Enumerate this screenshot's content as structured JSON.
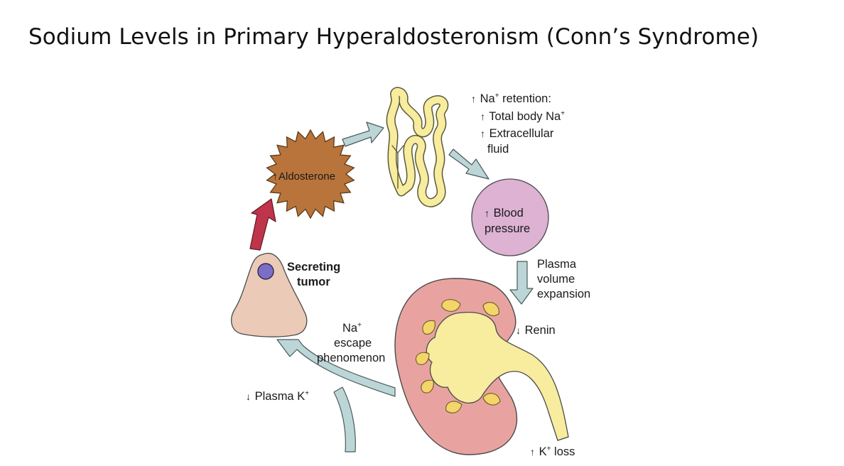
{
  "slide": {
    "title": "Sodium Levels in Primary Hyperaldosteronism (Conn’s Syndrome)"
  },
  "diagram": {
    "aldosterone": "Aldosterone",
    "na_retention": {
      "prefix": "Na",
      "sup": "+",
      "suffix": " retention:"
    },
    "total_body": {
      "text": "Total body Na",
      "sup": "+"
    },
    "extracellular": "Extracellular",
    "fluid": "fluid",
    "blood": "Blood",
    "pressure": "pressure",
    "plasma": "Plasma",
    "volume": "volume",
    "expansion": "expansion",
    "renin": "Renin",
    "k_loss": {
      "prefix": "K",
      "sup": "+",
      "suffix": " loss"
    },
    "na_escape": {
      "prefix": "Na",
      "sup": "+"
    },
    "escape": "escape",
    "phenomenon": "phenomenon",
    "plasma_k": {
      "prefix": "Plasma K",
      "sup": "+"
    },
    "secreting": "Secreting",
    "tumor": "tumor"
  },
  "colors": {
    "aldosterone_burst": "#b8743a",
    "blood_pressure_circle": "#ddb2d3",
    "kidney_cortex": "#e8a3a0",
    "kidney_pelvis": "#f8ec9e",
    "tumor": "#eccab8",
    "tumor_nucleus": "#7b6ec6",
    "cycle_arrows": "#bcd6d8",
    "tumor_arrow": "#c0344b"
  },
  "icons": {
    "up_arrow": "up-arrow-icon",
    "down_arrow": "down-arrow-icon"
  }
}
